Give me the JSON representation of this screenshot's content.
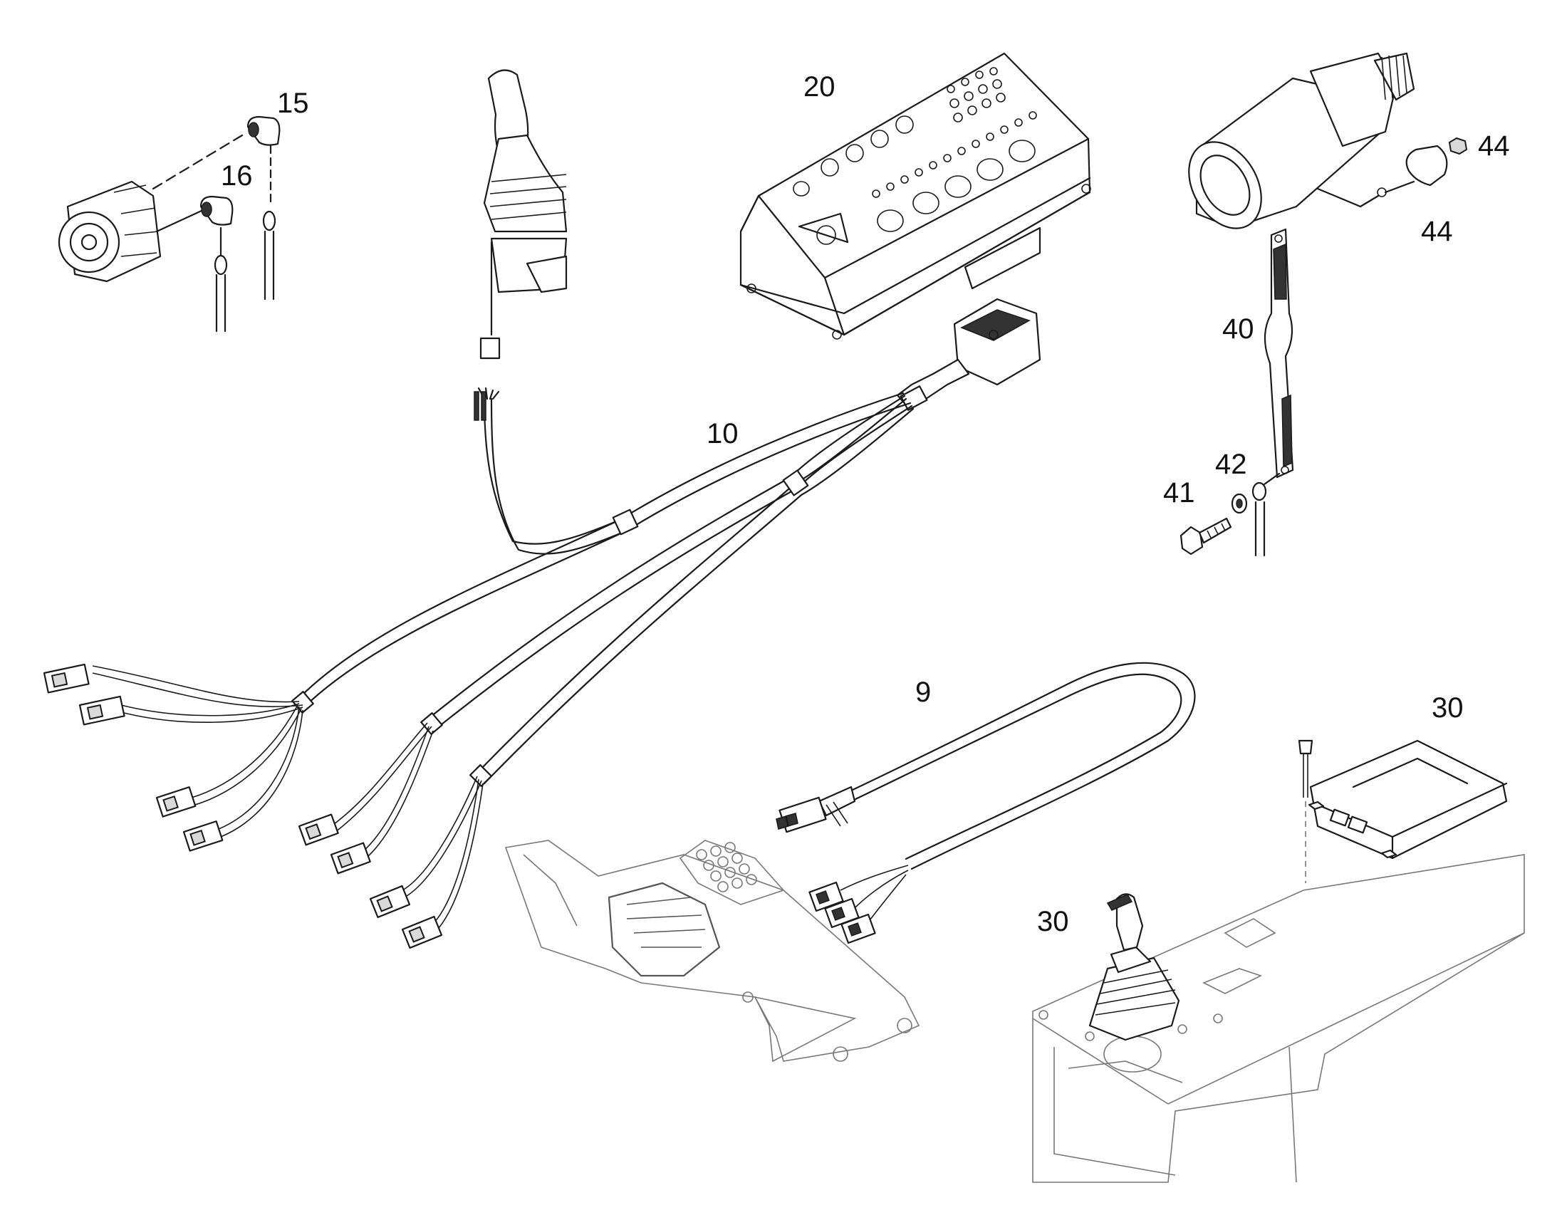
{
  "diagram": {
    "callouts": [
      {
        "id": "c15",
        "text": "15"
      },
      {
        "id": "c16",
        "text": "16"
      },
      {
        "id": "c20",
        "text": "20"
      },
      {
        "id": "c44a",
        "text": "44"
      },
      {
        "id": "c44b",
        "text": "44"
      },
      {
        "id": "c40",
        "text": "40"
      },
      {
        "id": "c10",
        "text": "10"
      },
      {
        "id": "c42",
        "text": "42"
      },
      {
        "id": "c41",
        "text": "41"
      },
      {
        "id": "c9",
        "text": "9"
      },
      {
        "id": "c30a",
        "text": "30"
      },
      {
        "id": "c30b",
        "text": "30"
      }
    ]
  }
}
